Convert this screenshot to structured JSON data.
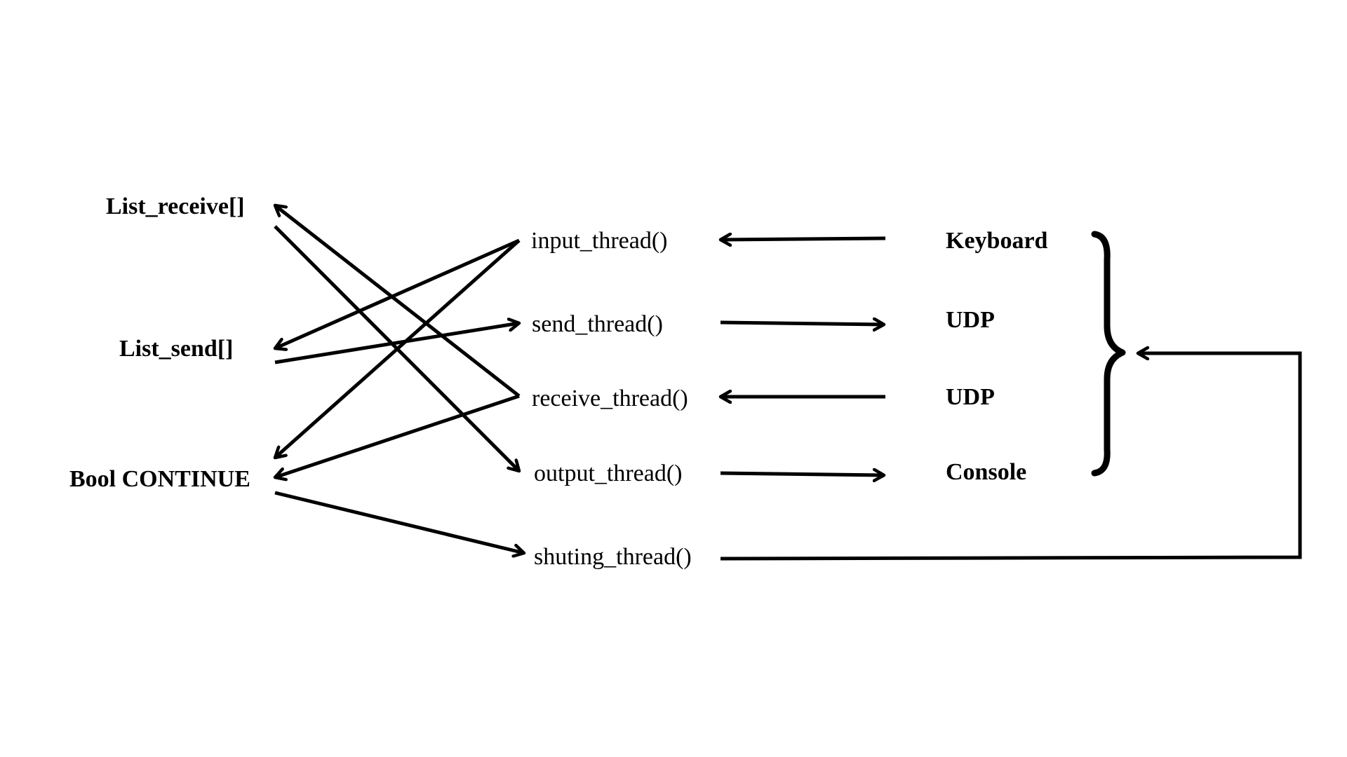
{
  "shared_state": {
    "list_receive": "List_receive[]",
    "list_send": "List_send[]",
    "bool_continue": "Bool CONTINUE"
  },
  "threads": {
    "input": "input_thread()",
    "send": "send_thread()",
    "receive": "receive_thread()",
    "output": "output_thread()",
    "shuting": "shuting_thread()"
  },
  "io": {
    "keyboard": "Keyboard",
    "udp_send": "UDP",
    "udp_receive": "UDP",
    "console": "Console"
  }
}
